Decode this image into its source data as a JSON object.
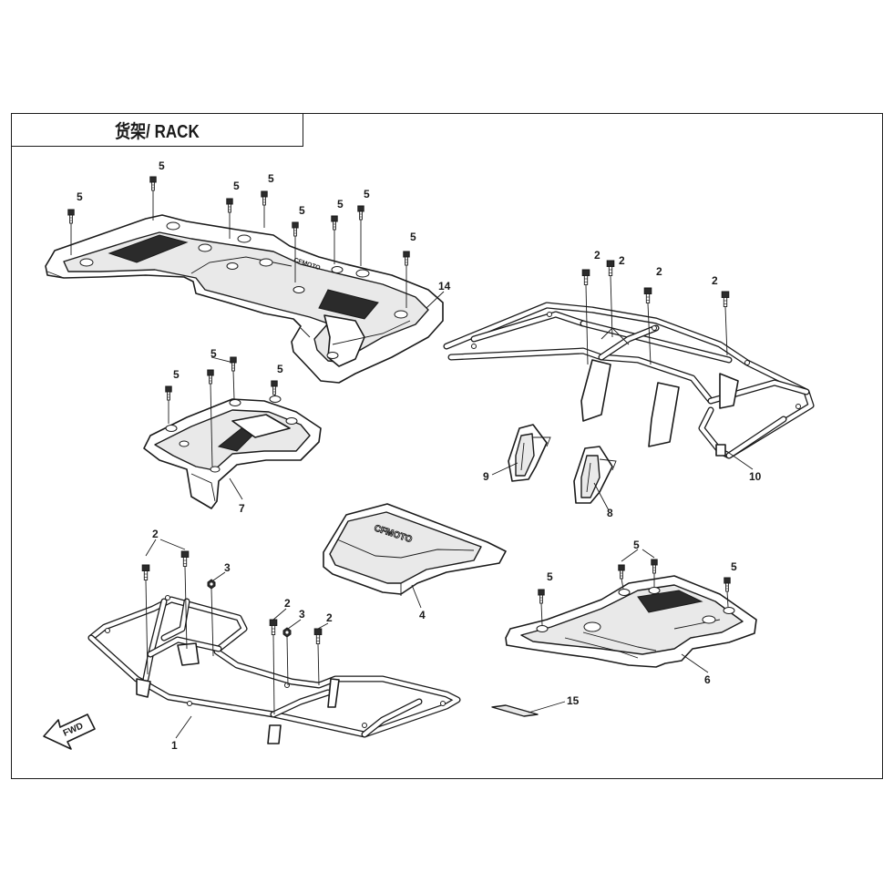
{
  "title": "货架/ RACK",
  "arrow_text": "FWD",
  "brand_text": "CFMOTO",
  "callouts": {
    "c5_a": "5",
    "c5_b": "5",
    "c5_c": "5",
    "c5_d": "5",
    "c5_e": "5",
    "c5_f": "5",
    "c5_g": "5",
    "c5_h": "5",
    "c5_i": "5",
    "c5_j": "5",
    "c5_k": "5",
    "c5_l": "5",
    "c5_m": "5",
    "c5_n": "5",
    "c14": "14",
    "c2_a": "2",
    "c2_b": "2",
    "c2_c": "2",
    "c2_d": "2",
    "c2_e": "2",
    "c2_f": "2",
    "c2_g": "2",
    "c3_a": "3",
    "c3_b": "3",
    "c1": "1",
    "c4": "4",
    "c6": "6",
    "c7": "7",
    "c8": "8",
    "c9": "9",
    "c10": "10",
    "c15": "15"
  }
}
